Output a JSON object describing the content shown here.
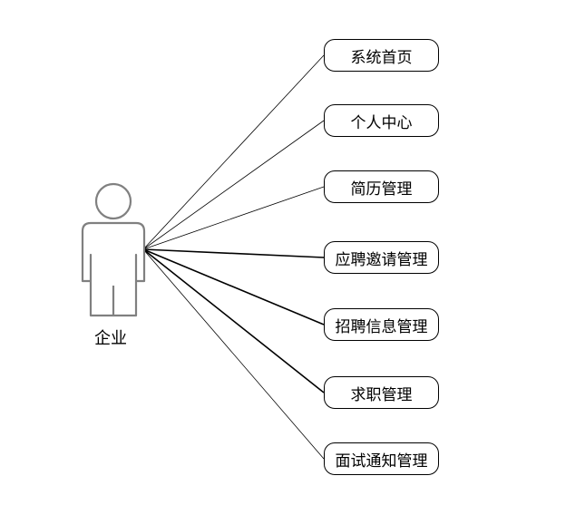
{
  "actor": {
    "label": "企业"
  },
  "use_cases": [
    {
      "label": "系统首页"
    },
    {
      "label": "个人中心"
    },
    {
      "label": "简历管理"
    },
    {
      "label": "应聘邀请管理"
    },
    {
      "label": "招聘信息管理"
    },
    {
      "label": "求职管理"
    },
    {
      "label": "面试通知管理"
    }
  ],
  "colors": {
    "actor_stroke": "#808080",
    "line": "#000000",
    "box_border": "#000000"
  }
}
